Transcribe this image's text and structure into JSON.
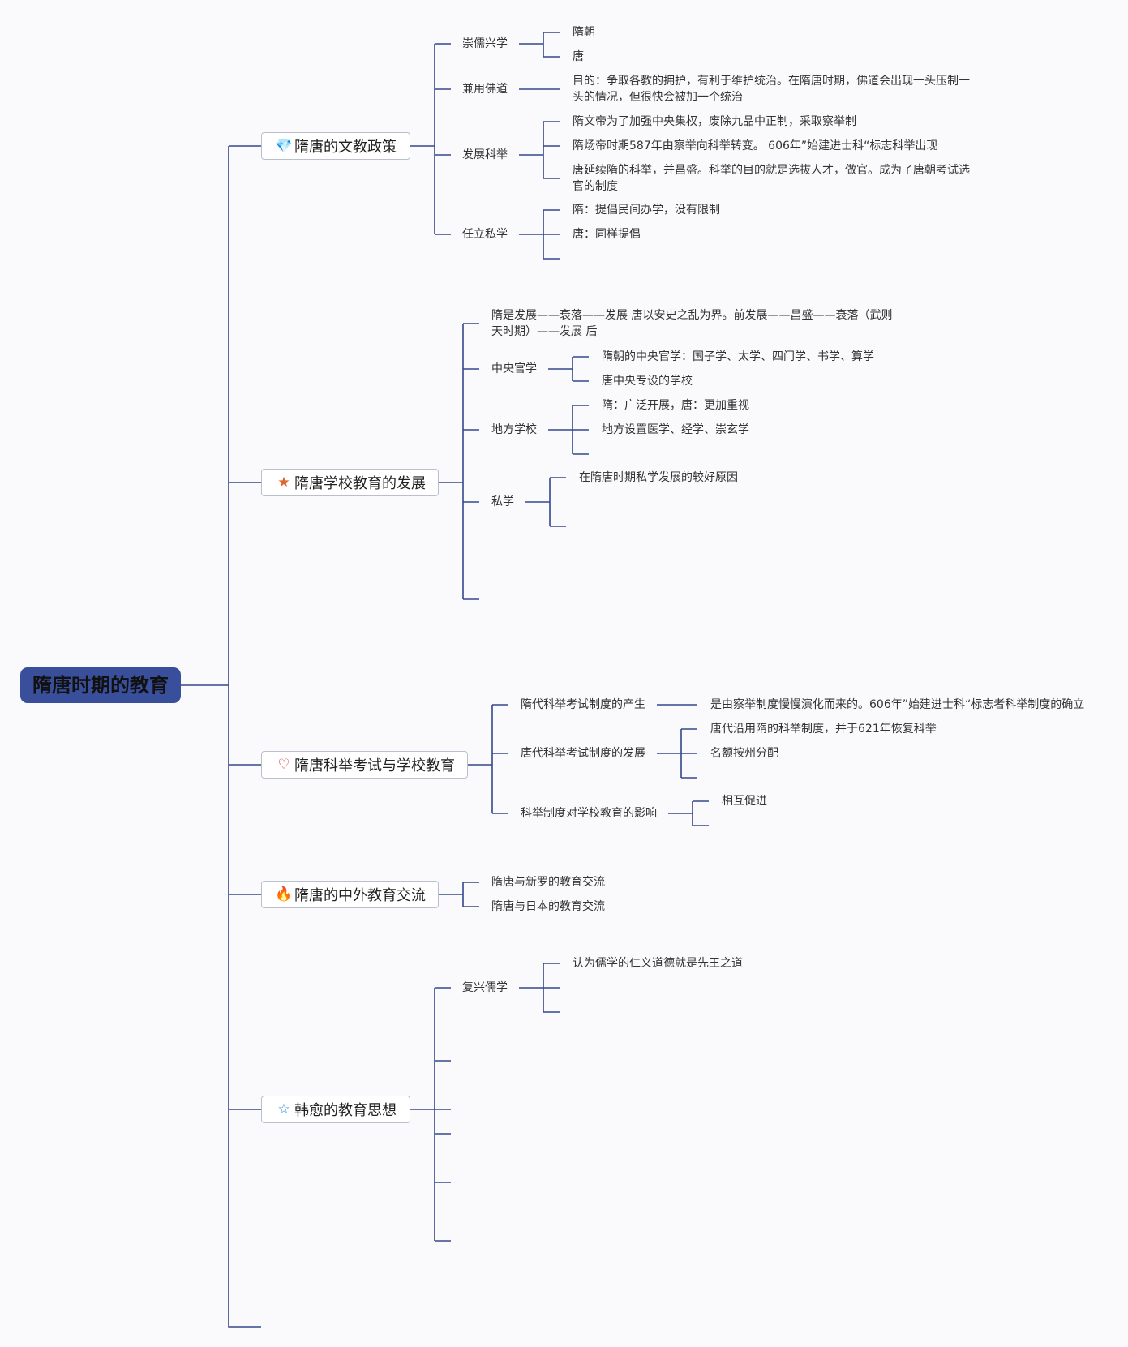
{
  "root": "隋唐时期的教育",
  "colors": {
    "line": "#34478c",
    "root_bg": "#3a4f9b"
  },
  "branches": [
    {
      "title": "隋唐的文教政策",
      "icon": "diamond-icon",
      "children": [
        {
          "label": "崇儒兴学",
          "items": [
            "隋朝",
            "唐"
          ]
        },
        {
          "label": "兼用佛道",
          "items": [
            "目的：争取各教的拥护，有利于维护统治。在隋唐时期，佛道会出现一头压制一头的情况，但很快会被加一个统治"
          ]
        },
        {
          "label": "发展科举",
          "items": [
            "隋文帝为了加强中央集权，废除九品中正制，采取察举制",
            "隋炀帝时期587年由察举向科举转变。 606年”始建进士科“标志科举出现",
            "唐延续隋的科举，并昌盛。科举的目的就是选拔人才，做官。成为了唐朝考试选官的制度"
          ]
        },
        {
          "label": "任立私学",
          "items": [
            "隋：提倡民间办学，没有限制",
            "唐：同样提倡"
          ]
        }
      ]
    },
    {
      "title": "隋唐学校教育的发展",
      "icon": "star-filled-icon",
      "children": [
        {
          "label": "隋是发展——衰落——发展 唐以安史之乱为界。前发展——昌盛——衰落（武则天时期）——发展 后",
          "items": []
        },
        {
          "label": "中央官学",
          "items": [
            "隋朝的中央官学：国子学、太学、四门学、书学、算学",
            "唐中央专设的学校"
          ]
        },
        {
          "label": "地方学校",
          "items": [
            "隋：广泛开展，唐：更加重视",
            "地方设置医学、经学、崇玄学"
          ]
        },
        {
          "label": "私学",
          "items": [
            "在隋唐时期私学发展的较好原因"
          ]
        }
      ]
    },
    {
      "title": "隋唐科举考试与学校教育",
      "icon": "heart-icon",
      "children": [
        {
          "label": "隋代科举考试制度的产生",
          "items": [
            "是由察举制度慢慢演化而来的。606年”始建进士科“标志者科举制度的确立"
          ]
        },
        {
          "label": "唐代科举考试制度的发展",
          "items": [
            "唐代沿用隋的科举制度，并于621年恢复科举",
            "名额按州分配"
          ]
        },
        {
          "label": "科举制度对学校教育的影响",
          "items": [
            "相互促进"
          ]
        }
      ]
    },
    {
      "title": "隋唐的中外教育交流",
      "icon": "fire-icon",
      "children": [
        {
          "label": "隋唐与新罗的教育交流",
          "items": []
        },
        {
          "label": "隋唐与日本的教育交流",
          "items": []
        }
      ]
    },
    {
      "title": "韩愈的教育思想",
      "icon": "star-outline-icon",
      "children": [
        {
          "label": "复兴儒学",
          "items": [
            "认为儒学的仁义道德就是先王之道"
          ]
        }
      ]
    }
  ]
}
